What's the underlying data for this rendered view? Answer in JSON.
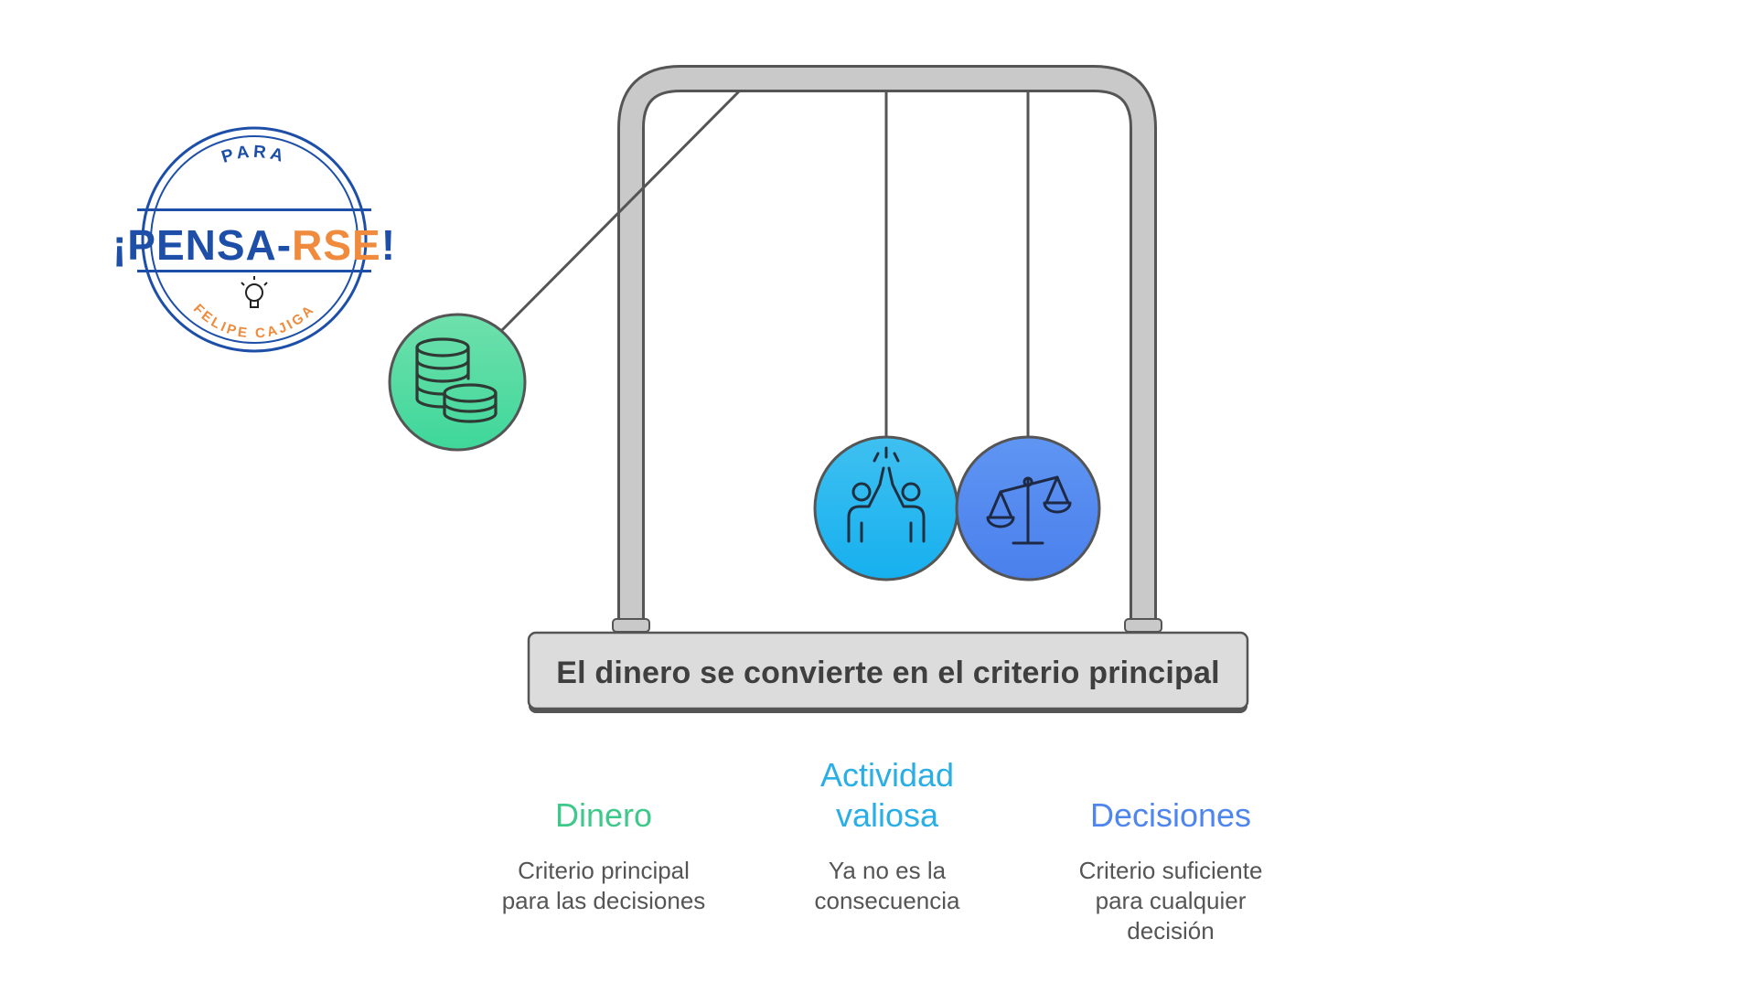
{
  "logo": {
    "top_text": "PARA",
    "main_text_left": "¡PENSA-",
    "main_text_accent": "RSE",
    "main_text_end": "!",
    "bottom_text": "FELIPE CAJIGA",
    "colors": {
      "blue": "#1e4fa8",
      "orange": "#f08a3c"
    }
  },
  "diagram": {
    "base_label": "El dinero se convierte en el criterio principal",
    "balls": [
      {
        "name": "money",
        "icon": "coins-stack-icon",
        "color": "#4ad9a0"
      },
      {
        "name": "activity",
        "icon": "high-five-icon",
        "color": "#22b5ee"
      },
      {
        "name": "decisions",
        "icon": "balance-scale-icon",
        "color": "#4e88f0"
      }
    ],
    "frame_color": "#c8c8c8"
  },
  "columns": [
    {
      "title": "Dinero",
      "color": "#3ec98a",
      "desc": [
        "Criterio principal",
        "para las decisiones"
      ]
    },
    {
      "title": [
        "Actividad",
        "valiosa"
      ],
      "color": "#29aee6",
      "desc": [
        "Ya no es la",
        "consecuencia"
      ]
    },
    {
      "title": "Decisiones",
      "color": "#4e86ee",
      "desc": [
        "Criterio suficiente",
        "para cualquier",
        "decisión"
      ]
    }
  ]
}
